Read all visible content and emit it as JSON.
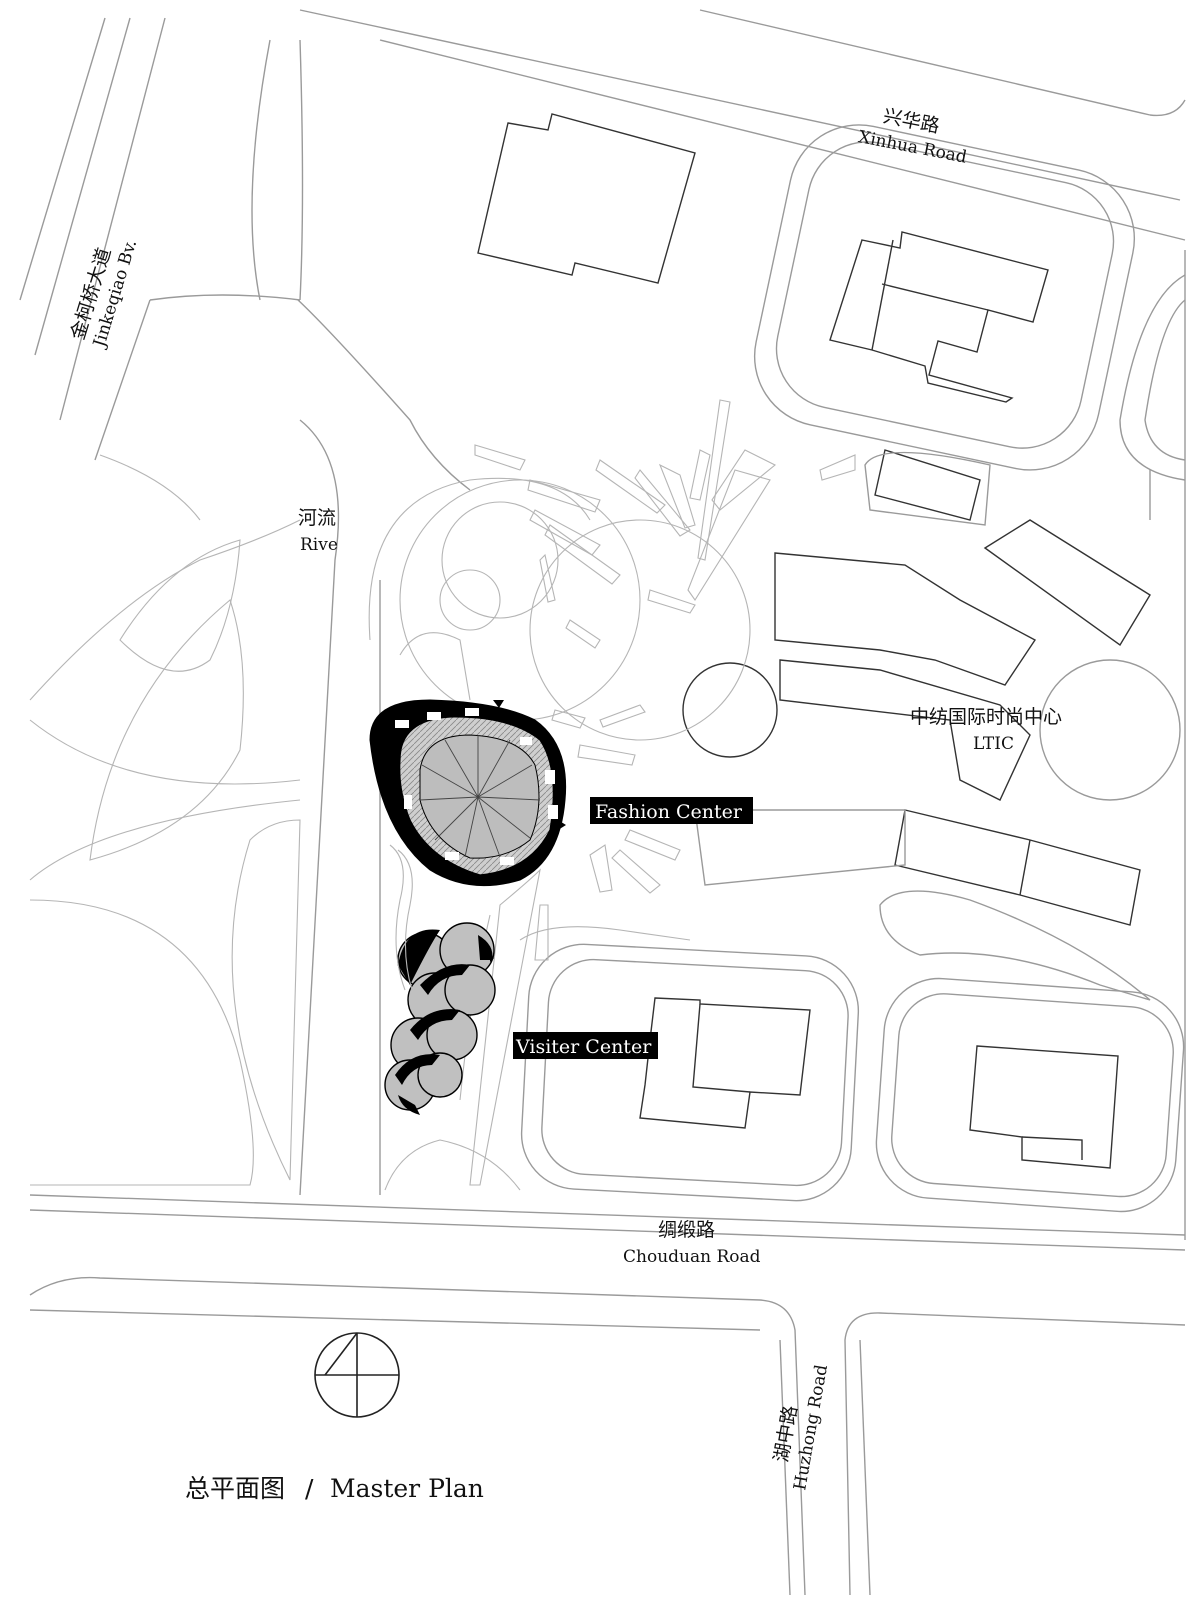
{
  "labels": {
    "xinhua_cn": "兴华路",
    "xinhua_en": "Xinhua Road",
    "jinkeqiao_cn": "金柯桥大道",
    "jinkeqiao_en": "Jinkeqiao Bv.",
    "river_cn": "河流",
    "river_en": "Rive",
    "ltic_cn": "中纺国际时尚中心",
    "ltic_en": "LTIC",
    "fashion_center": "Fashion Center",
    "visitor_center": "Visiter Center",
    "chouduan_cn": "绸缎路",
    "chouduan_en": "Chouduan Road",
    "huzhong_cn": "湖中路",
    "huzhong_en": "Huzhong Road"
  },
  "title": {
    "cn": "总平面图",
    "separator": "/",
    "en": "Master Plan"
  },
  "icons": {
    "north_arrow": "north-arrow-icon"
  },
  "colors": {
    "road_line": "#9a9a9a",
    "building_outline": "#333333",
    "highlight_fill": "#000000",
    "roof_fill": "#bdbdbd"
  }
}
